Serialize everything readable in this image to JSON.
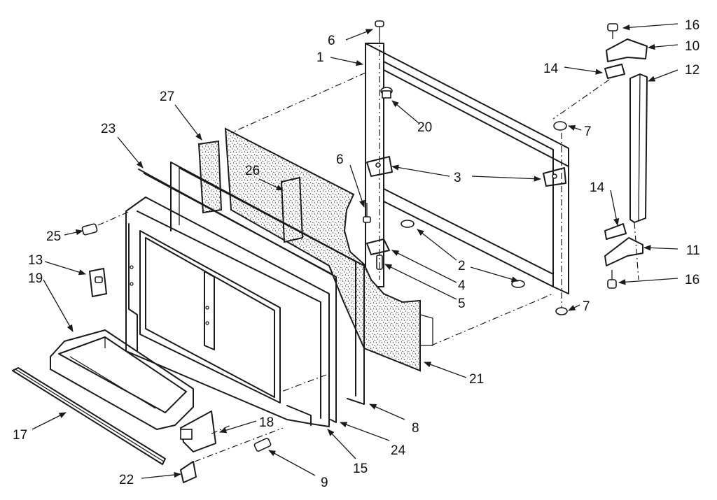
{
  "callouts": {
    "c1": "1",
    "c2a": "2",
    "c3": "3",
    "c4": "4",
    "c5": "5",
    "c6a": "6",
    "c6b": "6",
    "c7a": "7",
    "c7b": "7",
    "c8": "8",
    "c9": "9",
    "c10": "10",
    "c11": "11",
    "c12": "12",
    "c13": "13",
    "c14a": "14",
    "c14b": "14",
    "c15": "15",
    "c16a": "16",
    "c16b": "16",
    "c17": "17",
    "c18": "18",
    "c19": "19",
    "c20": "20",
    "c21": "21",
    "c22": "22",
    "c23": "23",
    "c24": "24",
    "c25": "25",
    "c26": "26",
    "c27": "27"
  }
}
